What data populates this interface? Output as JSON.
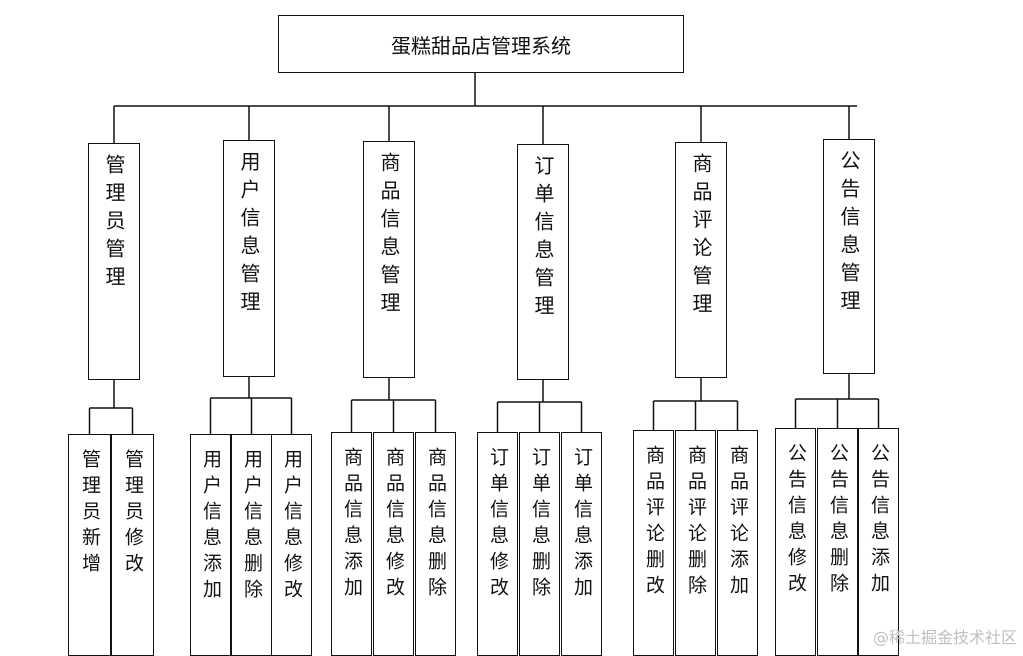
{
  "diagram": {
    "root": "蛋糕甜品店管理系统",
    "modules": [
      {
        "name": "管理员管理",
        "children": [
          "管理员新增",
          "管理员修改"
        ]
      },
      {
        "name": "用户信息管理",
        "children": [
          "用户信息添加",
          "用户信息删除",
          "用户信息修改"
        ]
      },
      {
        "name": "商品信息管理",
        "children": [
          "商品信息添加",
          "商品信息修改",
          "商品信息删除"
        ]
      },
      {
        "name": "订单信息管理",
        "children": [
          "订单信息修改",
          "订单信息删除",
          "订单信息添加"
        ]
      },
      {
        "name": "商品评论管理",
        "children": [
          "商品评论删改",
          "商品评论删除",
          "商品评论添加"
        ]
      },
      {
        "name": "公告信息管理",
        "children": [
          "公告信息修改",
          "公告信息删除",
          "公告信息添加"
        ]
      }
    ]
  },
  "watermark": "@稀土掘金技术社区"
}
